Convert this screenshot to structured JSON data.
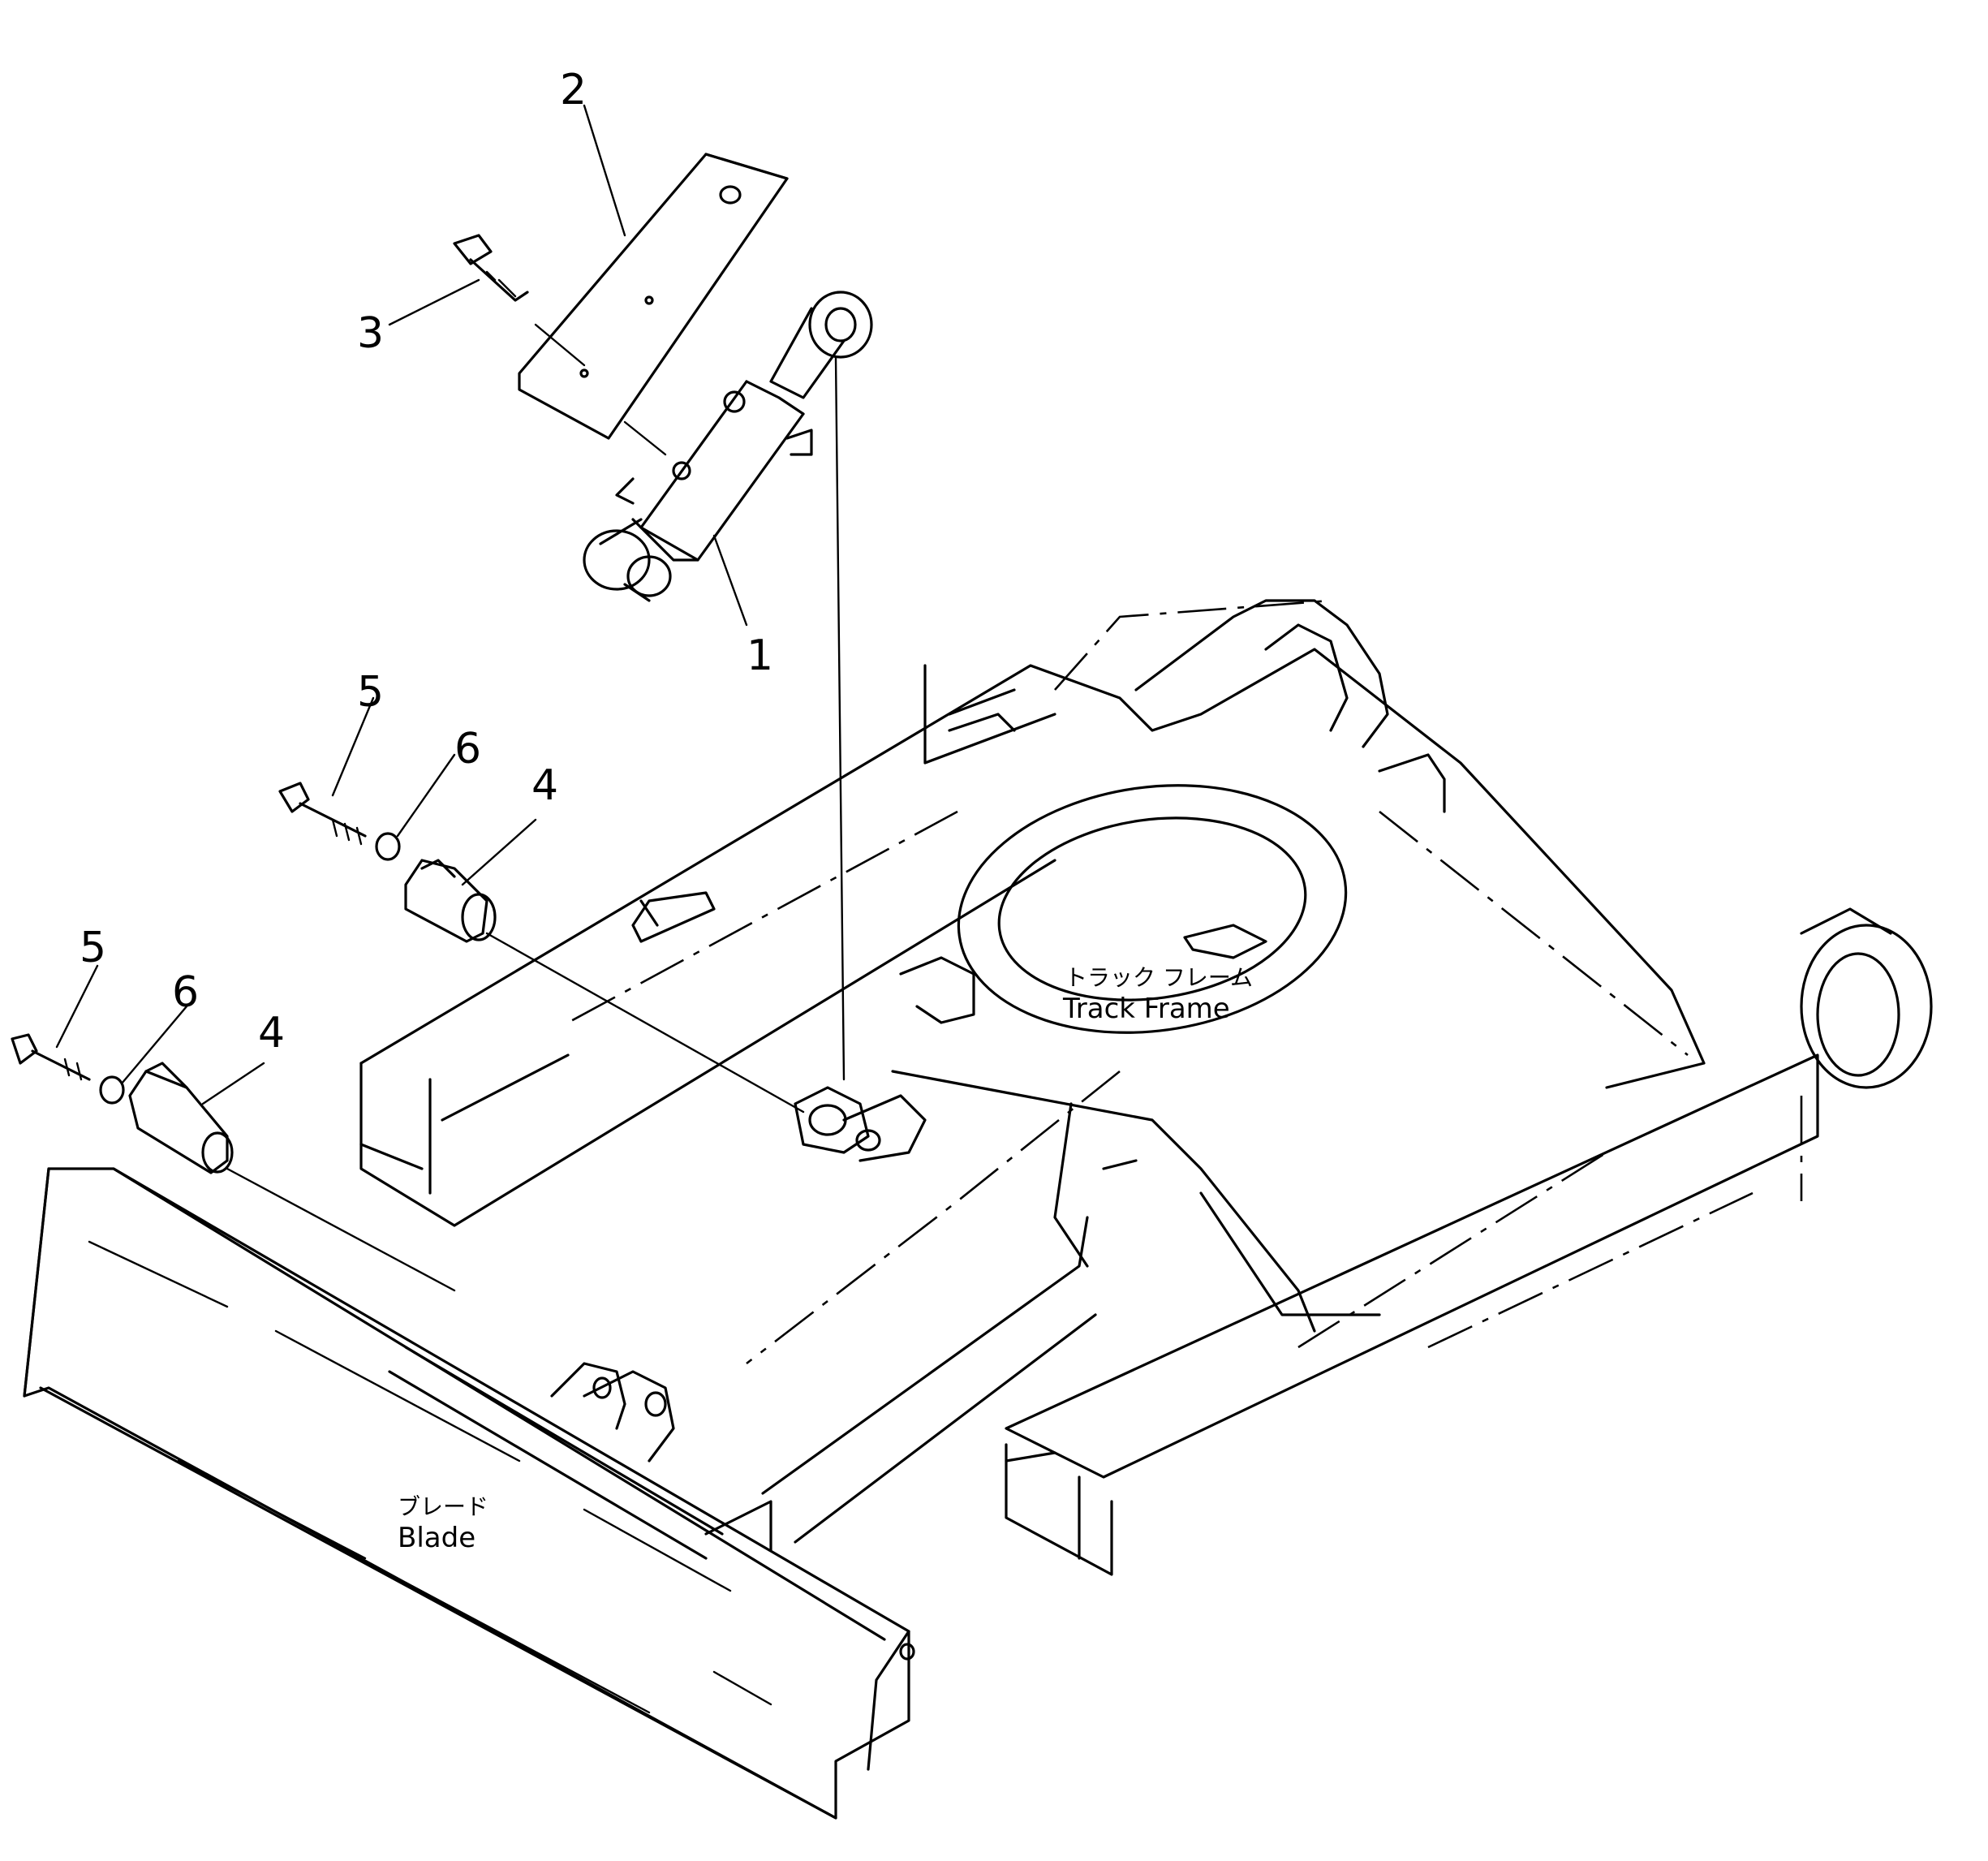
{
  "callouts": [
    {
      "id": "c2",
      "text": "2"
    },
    {
      "id": "c3",
      "text": "3"
    },
    {
      "id": "c1",
      "text": "1"
    },
    {
      "id": "c5a",
      "text": "5"
    },
    {
      "id": "c6a",
      "text": "6"
    },
    {
      "id": "c4a",
      "text": "4"
    },
    {
      "id": "c5b",
      "text": "5"
    },
    {
      "id": "c6b",
      "text": "6"
    },
    {
      "id": "c4b",
      "text": "4"
    }
  ],
  "labels": {
    "track_frame_jp": "トラック フレーム",
    "track_frame_en": "Track Frame",
    "blade_jp": "ブレード",
    "blade_en": "Blade"
  }
}
